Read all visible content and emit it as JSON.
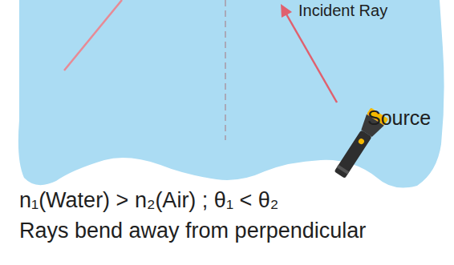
{
  "diagram": {
    "labels": [
      "Incident Ray",
      "Source",
      "n₁(Water) > n₂(Air) ; θ₁ < θ₂",
      "Rays bend away from perpendicular"
    ]
  }
}
